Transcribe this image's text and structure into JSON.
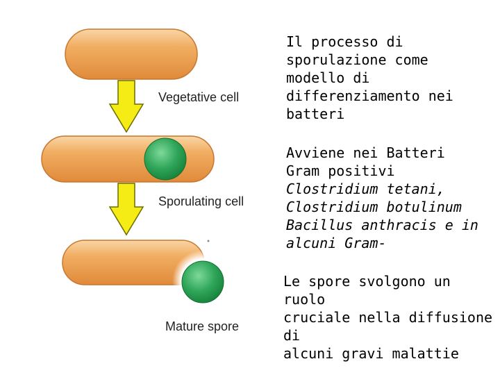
{
  "diagram": {
    "stages": [
      {
        "id": "vegetative",
        "label": "Vegetative cell"
      },
      {
        "id": "sporulating",
        "label": "Sporulating cell"
      },
      {
        "id": "mature",
        "label": "Mature spore"
      }
    ],
    "colors": {
      "cell_fill": "#EC9A4E",
      "cell_light": "#F7C893",
      "cell_outline": "#C8772E",
      "spore_fill": "#22994A",
      "spore_light": "#7ED89A",
      "arrow_fill": "#F4EC14",
      "arrow_outline": "#6B6B00"
    }
  },
  "text": {
    "heading": "Il processo di\nsporulazione come\nmodello di\ndifferenziamento nei\nbatteri",
    "occurrence_intro": "Avviene nei Batteri\nGram positivi",
    "species": "Clostridium tetani,\nClostridium botulinum\nBacillus anthracis e in\nalcuni Gram-",
    "role": "Le spore svolgono un ruolo\ncruciale nella diffusione di\nalcuni gravi malattie"
  }
}
